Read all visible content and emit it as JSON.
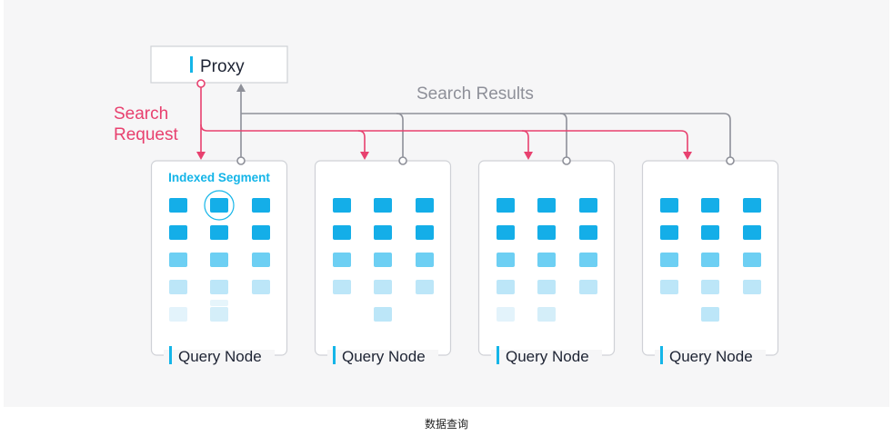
{
  "proxy": {
    "label": "Proxy"
  },
  "search_request": {
    "line1": "Search",
    "line2": "Request"
  },
  "search_results": {
    "label": "Search Results"
  },
  "indexed_segment": {
    "label": "Indexed Segment"
  },
  "query_nodes": [
    {
      "label": "Query Node"
    },
    {
      "label": "Query Node"
    },
    {
      "label": "Query Node"
    },
    {
      "label": "Query Node"
    }
  ],
  "caption": "数据查询",
  "colors": {
    "request": "#e8416f",
    "results": "#8e9099",
    "accent": "#14b5e8",
    "node_border": "#cfd1d6",
    "background": "#f6f6f7"
  }
}
